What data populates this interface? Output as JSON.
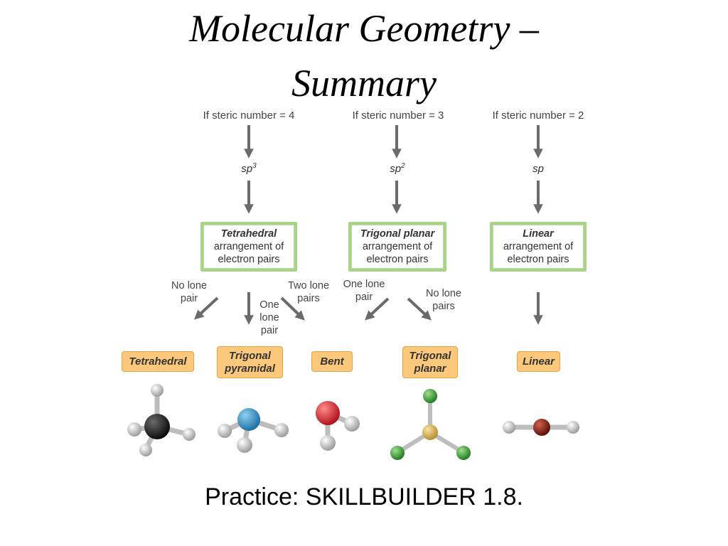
{
  "title": {
    "line1": "Molecular Geometry –",
    "line2": "Summary"
  },
  "columns": [
    {
      "condition": "If steric number = 4",
      "hybridization_base": "sp",
      "hybridization_sup": "3",
      "arrangement_name": "Tetrahedral",
      "arrangement_line2": "arrangement of",
      "arrangement_line3": "electron pairs"
    },
    {
      "condition": "If steric number = 3",
      "hybridization_base": "sp",
      "hybridization_sup": "2",
      "arrangement_name": "Trigonal planar",
      "arrangement_line2": "arrangement of",
      "arrangement_line3": "electron pairs"
    },
    {
      "condition": "If steric number = 2",
      "hybridization_base": "sp",
      "hybridization_sup": "",
      "arrangement_name": "Linear",
      "arrangement_line2": "arrangement of",
      "arrangement_line3": "electron pairs"
    }
  ],
  "lone_pair_labels": [
    {
      "line1": "No lone",
      "line2": "pair",
      "line3": ""
    },
    {
      "line1": "One",
      "line2": "lone",
      "line3": "pair"
    },
    {
      "line1": "Two lone",
      "line2": "pairs",
      "line3": ""
    },
    {
      "line1": "One lone",
      "line2": "pair",
      "line3": ""
    },
    {
      "line1": "No lone",
      "line2": "pairs",
      "line3": ""
    }
  ],
  "geometries": [
    {
      "line1": "Tetrahedral",
      "line2": ""
    },
    {
      "line1": "Trigonal",
      "line2": "pyramidal"
    },
    {
      "line1": "Bent",
      "line2": ""
    },
    {
      "line1": "Trigonal",
      "line2": "planar"
    },
    {
      "line1": "Linear",
      "line2": ""
    }
  ],
  "colors": {
    "arrow": "#6b6b6b",
    "green_box": "#a8d585",
    "orange_box": "#fbc87c",
    "carbon": "#1a1a1a",
    "nitrogen": "#2f8fc7",
    "oxygen": "#d8232a",
    "boron": "#d9b558",
    "fluorine": "#3c9a3c",
    "linear_center": "#8a1b10",
    "hydrogen": "#d6d6d6"
  },
  "footer": {
    "practice": "Practice: SKILLBUILDER 1.8."
  }
}
